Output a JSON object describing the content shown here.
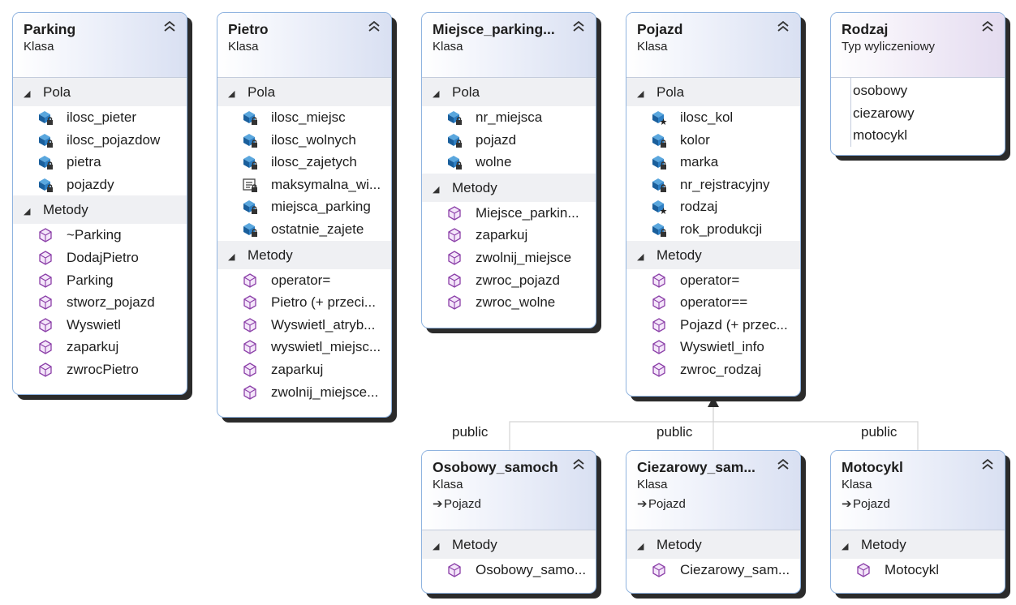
{
  "labels": {
    "pola": "Pola",
    "metody": "Metody"
  },
  "relationships": [
    {
      "from": "Osobowy_samoch",
      "to": "Pojazd",
      "label": "public"
    },
    {
      "from": "Ciezarowy_sam",
      "to": "Pojazd",
      "label": "public"
    },
    {
      "from": "Motocykl",
      "to": "Pojazd",
      "label": "public"
    }
  ],
  "classes": {
    "parking": {
      "name": "Parking",
      "stereotype": "Klasa",
      "fields": [
        "ilosc_pieter",
        "ilosc_pojazdow",
        "pietra",
        "pojazdy"
      ],
      "methods": [
        "~Parking",
        "DodajPietro",
        "Parking",
        "stworz_pojazd",
        "Wyswietl",
        "zaparkuj",
        "zwrocPietro"
      ]
    },
    "pietro": {
      "name": "Pietro",
      "stereotype": "Klasa",
      "fields": [
        "ilosc_miejsc",
        "ilosc_wolnych",
        "ilosc_zajetych",
        "maksymalna_wi...",
        "miejsca_parking",
        "ostatnie_zajete"
      ],
      "methods": [
        "operator=",
        "Pietro (+ przeci...",
        "Wyswietl_atryb...",
        "wyswietl_miejsc...",
        "zaparkuj",
        "zwolnij_miejsce..."
      ]
    },
    "miejsce": {
      "name": "Miejsce_parking...",
      "stereotype": "Klasa",
      "fields": [
        "nr_miejsca",
        "pojazd",
        "wolne"
      ],
      "methods": [
        "Miejsce_parkin...",
        "zaparkuj",
        "zwolnij_miejsce",
        "zwroc_pojazd",
        "zwroc_wolne"
      ]
    },
    "pojazd": {
      "name": "Pojazd",
      "stereotype": "Klasa",
      "fields": [
        "ilosc_kol",
        "kolor",
        "marka",
        "nr_rejstracyjny",
        "rodzaj",
        "rok_produkcji"
      ],
      "methods": [
        "operator=",
        "operator==",
        "Pojazd (+ przec...",
        "Wyswietl_info",
        "zwroc_rodzaj"
      ]
    },
    "rodzaj": {
      "name": "Rodzaj",
      "stereotype": "Typ wyliczeniowy",
      "values": [
        "osobowy",
        "ciezarowy",
        "motocykl"
      ]
    },
    "osobowy": {
      "name": "Osobowy_samoch",
      "stereotype": "Klasa",
      "base": "Pojazd",
      "methods": [
        "Osobowy_samo..."
      ]
    },
    "ciezarowy": {
      "name": "Ciezarowy_sam...",
      "stereotype": "Klasa",
      "base": "Pojazd",
      "methods": [
        "Ciezarowy_sam..."
      ]
    },
    "motocykl": {
      "name": "Motocykl",
      "stereotype": "Klasa",
      "base": "Pojazd",
      "methods": [
        "Motocykl"
      ]
    }
  }
}
